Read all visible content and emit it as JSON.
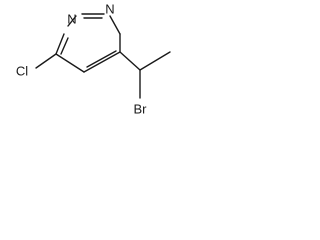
{
  "molecule": {
    "atoms": {
      "n_top": "N",
      "n_right": "N",
      "cl": "Cl",
      "br": "Br"
    }
  }
}
